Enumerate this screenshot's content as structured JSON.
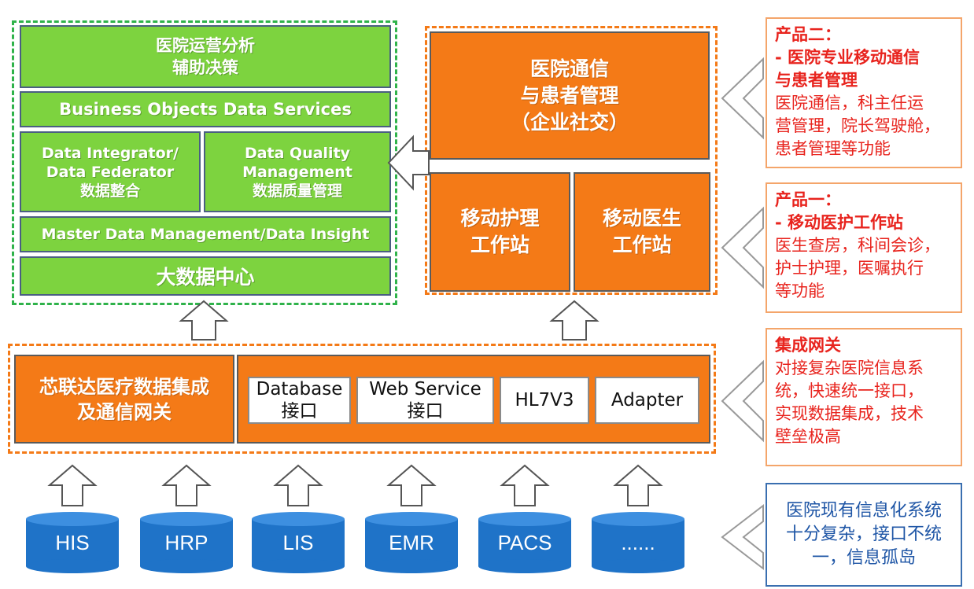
{
  "bigdata": {
    "analysis": "医院运营分析\n辅助决策",
    "bods": "Business Objects Data Services",
    "integrator": "Data Integrator/\nData  Federator\n数据整合",
    "quality": "Data Quality\nManagement\n数据质量管理",
    "mdm": "Master Data Management/Data Insight",
    "center": "大数据中心"
  },
  "mobile": {
    "comm": "医院通信\n与患者管理\n（企业社交）",
    "nursing": "移动护理\n工作站",
    "doctor": "移动医生\n工作站"
  },
  "gateway": {
    "title": "芯联达医疗数据集成\n及通信网关",
    "interfaces": [
      "Database\n接口",
      "Web Service\n接口",
      "HL7V3",
      "Adapter"
    ]
  },
  "systems": [
    "HIS",
    "HRP",
    "LIS",
    "EMR",
    "PACS",
    "......"
  ],
  "notes": {
    "product2_title": "产品二：\n- 医院专业移动通信\n与患者管理",
    "product2_body": "医院通信，科主任运\n营管理，院长驾驶舱，\n患者管理等功能",
    "product1_title": "产品一：\n- 移动医护工作站",
    "product1_body": "医生查房，科间会诊，\n护士护理，医嘱执行\n等功能",
    "gateway_title": "集成网关",
    "gateway_body": "对接复杂医院信息系\n统，快速统一接口，\n实现数据集成，技术\n壁垒极高",
    "legacy": "医院现有信息化系统\n十分复杂，接口不统\n一，信息孤岛"
  },
  "colors": {
    "green": "#7dd33f",
    "orange": "#f47a17",
    "blue": "#1f73c8",
    "red_text": "#e8241e",
    "blue_text": "#1f56a6"
  }
}
